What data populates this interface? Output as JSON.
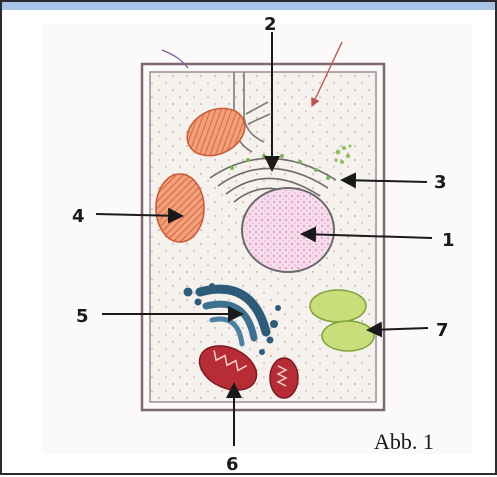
{
  "diagram": {
    "labels": [
      "1",
      "2",
      "3",
      "4",
      "5",
      "6",
      "7"
    ],
    "caption": "Abb. 1",
    "colors": {
      "cell_wall": "#7e6874",
      "cytoplasm": "#f5f1ec",
      "nucleus": "#d98fc0",
      "chloroplast": "#e27b55",
      "golgi": "#2d5c7a",
      "mitochondria": "#b82d35",
      "vacuole": "#b8d45a",
      "er": "#7a7a7a",
      "arrow": "#1a1a1a",
      "topbar": "#a9c4e8"
    }
  }
}
